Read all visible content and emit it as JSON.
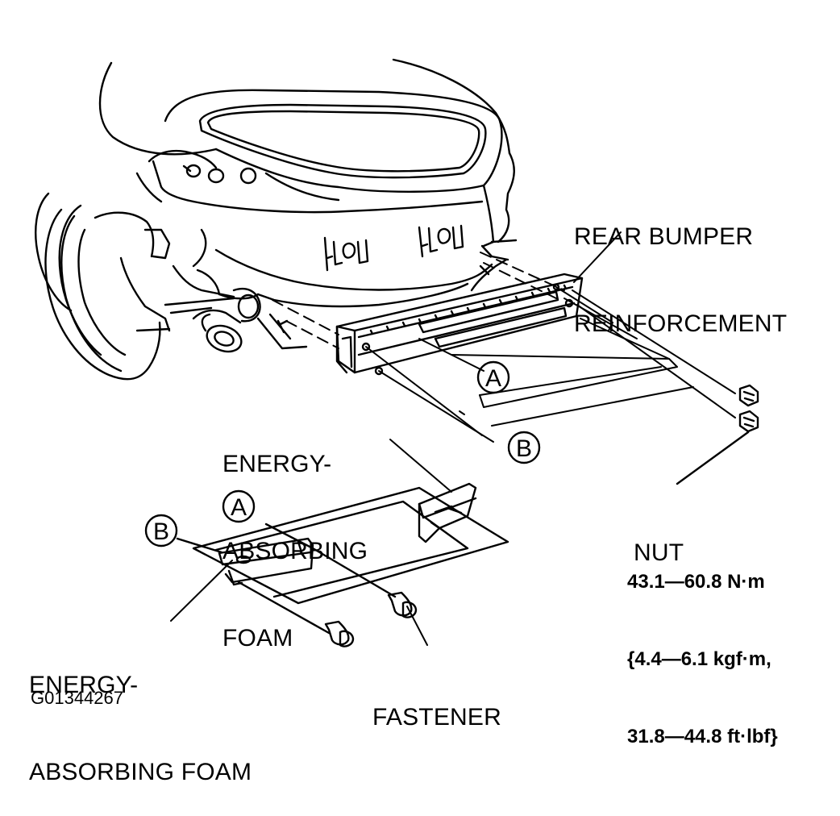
{
  "labels": {
    "rear_bumper_reinforcement": [
      "REAR BUMPER",
      "REINFORCEMENT"
    ],
    "energy_foam_upper": [
      "ENERGY-",
      "ABSORBING",
      "FOAM"
    ],
    "energy_foam_lower": [
      "ENERGY-",
      "ABSORBING FOAM"
    ],
    "nut": "NUT",
    "fastener": "FASTENER"
  },
  "torque_spec": [
    "43.1—60.8 N·m",
    "{4.4—6.1 kgf·m,",
    "31.8—44.8 ft·lbf}"
  ],
  "callouts": {
    "a": "A",
    "b": "B"
  },
  "figure_id": "G01344267"
}
